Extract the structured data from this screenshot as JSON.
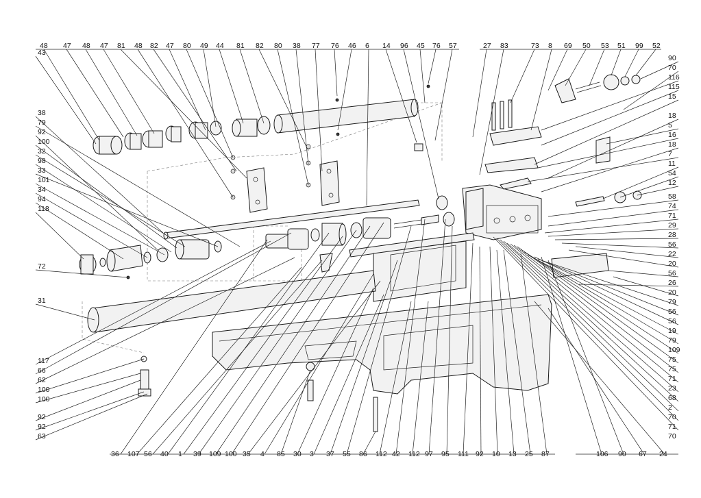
{
  "top_labels": [
    "48",
    "47",
    "48",
    "47",
    "81",
    "48",
    "82",
    "47",
    "80",
    "49",
    "44",
    "81",
    "82",
    "80",
    "38",
    "77",
    "76",
    "46",
    "6",
    "14",
    "96",
    "45",
    "76",
    "57",
    "27",
    "83",
    "73",
    "8",
    "69",
    "50",
    "53",
    "51",
    "99",
    "52"
  ],
  "left_labels": [
    "43",
    "38",
    "79",
    "92",
    "100",
    "32",
    "98",
    "33",
    "101",
    "34",
    "94",
    "118",
    "72",
    "31",
    "117",
    "66",
    "62",
    "100",
    "100",
    "92",
    "92",
    "63"
  ],
  "right_labels": [
    "90",
    "70",
    "116",
    "115",
    "15",
    "18",
    "5",
    "16",
    "18",
    "7",
    "11",
    "54",
    "12",
    "58",
    "74",
    "71",
    "29",
    "28",
    "56",
    "22",
    "20",
    "56",
    "26",
    "20",
    "79",
    "56",
    "56",
    "19",
    "79",
    "109",
    "75",
    "75",
    "71",
    "23",
    "68",
    "2",
    "70",
    "71",
    "70"
  ],
  "bottom_labels": [
    "36",
    "107",
    "56",
    "40",
    "1",
    "39",
    "109",
    "100",
    "35",
    "4",
    "85",
    "30",
    "3",
    "37",
    "55",
    "86",
    "112",
    "42",
    "112",
    "97",
    "95",
    "111",
    "92",
    "10",
    "13",
    "25",
    "87",
    "106",
    "90",
    "67",
    "24"
  ]
}
